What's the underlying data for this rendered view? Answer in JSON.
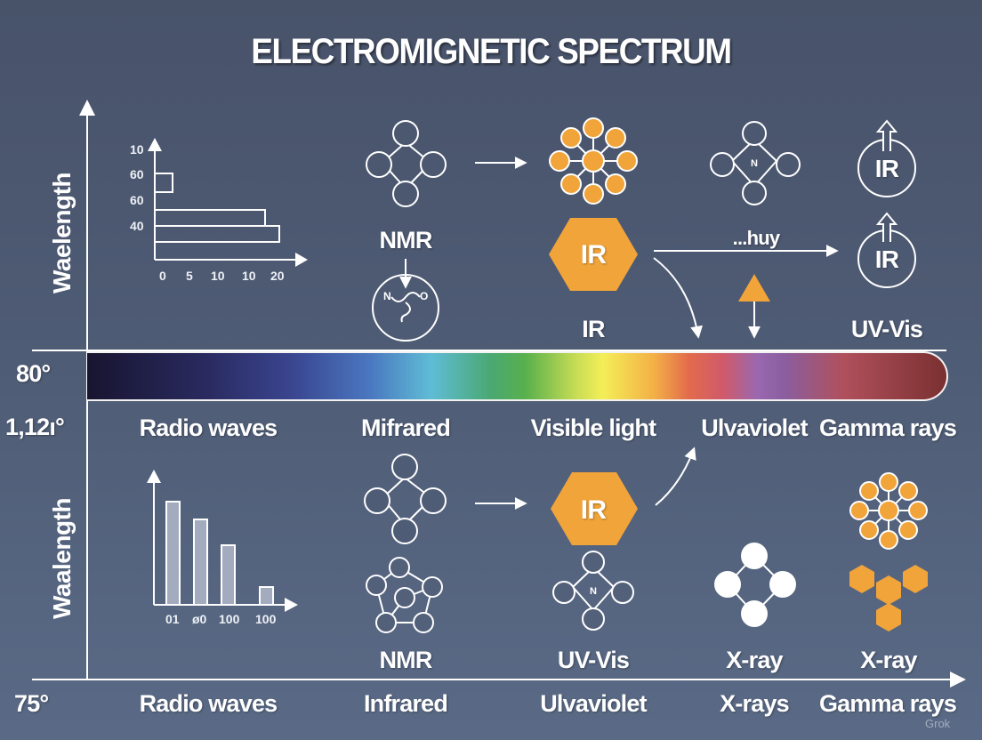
{
  "title": "ELECTROMIGNETIC SPECTRUM",
  "colors": {
    "background": "#4e5b74",
    "accent_orange": "#f0a43a",
    "line": "#ffffff",
    "bar_fill": "#a3abbe"
  },
  "axes": {
    "top_y_label": "Waelength",
    "bottom_y_label": "Waalength",
    "left_values": [
      "80°",
      "1,12ı°",
      "75°"
    ]
  },
  "spectrum_bar": {
    "labels": [
      "Radio waves",
      "Mifrared",
      "Visible light",
      "Ulvaviolet",
      "Gamma rays"
    ]
  },
  "bottom_axis": {
    "labels": [
      "Radio waves",
      "Infrared",
      "Ulvaviolet",
      "X-rays",
      "Gamma rays"
    ]
  },
  "top_section": {
    "nmr_label": "NMR",
    "nmr_circle_letters": [
      "N",
      "O"
    ],
    "ir_hexagon_label": "IR",
    "ir_label": "IR",
    "arrow_label": "...huy",
    "n_molecule_letter": "N",
    "ir_circle_1": "IR",
    "ir_circle_2": "IR",
    "uvvis_label": "UV-Vis"
  },
  "bottom_section": {
    "ir_hexagon_label": "IR",
    "nmr_label": "NMR",
    "uvvis_label": "UV-Vis",
    "uvvis_molecule_letter": "N",
    "xray_label_1": "X-ray",
    "xray_label_2": "X-ray"
  },
  "watermark": "Grok",
  "chart_data": [
    {
      "type": "bar",
      "orientation": "horizontal",
      "title": "",
      "categories": [
        "60",
        "60",
        "40"
      ],
      "y_tick_labels": [
        "10",
        "60",
        "60",
        "40"
      ],
      "x_tick_labels": [
        "0",
        "5",
        "10",
        "10",
        "20"
      ],
      "values": [
        2,
        18,
        20
      ],
      "xlim": [
        0,
        20
      ]
    },
    {
      "type": "bar",
      "orientation": "vertical",
      "title": "",
      "categories": [
        "01",
        "ø0",
        "100",
        "100"
      ],
      "values": [
        100,
        83,
        57,
        17
      ],
      "ylim": [
        0,
        100
      ]
    }
  ]
}
